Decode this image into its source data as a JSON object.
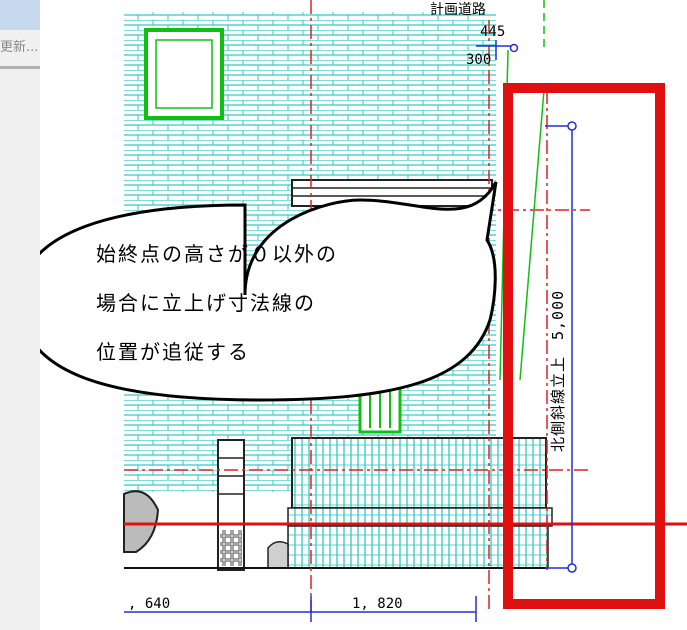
{
  "sidebar": {
    "update_label": "更新..."
  },
  "drawing": {
    "dimensions": {
      "left_value": ", 640",
      "right_value": "1, 820",
      "top_value_1": "445",
      "top_value_2": "300"
    },
    "vertical_label": "北側斜線立上　5,000",
    "top_fragment": "計画道路"
  },
  "callout": {
    "lines": [
      "始終点の高さが０以外の",
      "場合に立上げ寸法線の",
      "位置が追従する"
    ]
  },
  "colors": {
    "wall_cyan": "#33c9c0",
    "highlight_red": "#e01010",
    "dim_blue": "#2030d0",
    "axis_red": "#e02020",
    "window_green": "#10c010"
  }
}
